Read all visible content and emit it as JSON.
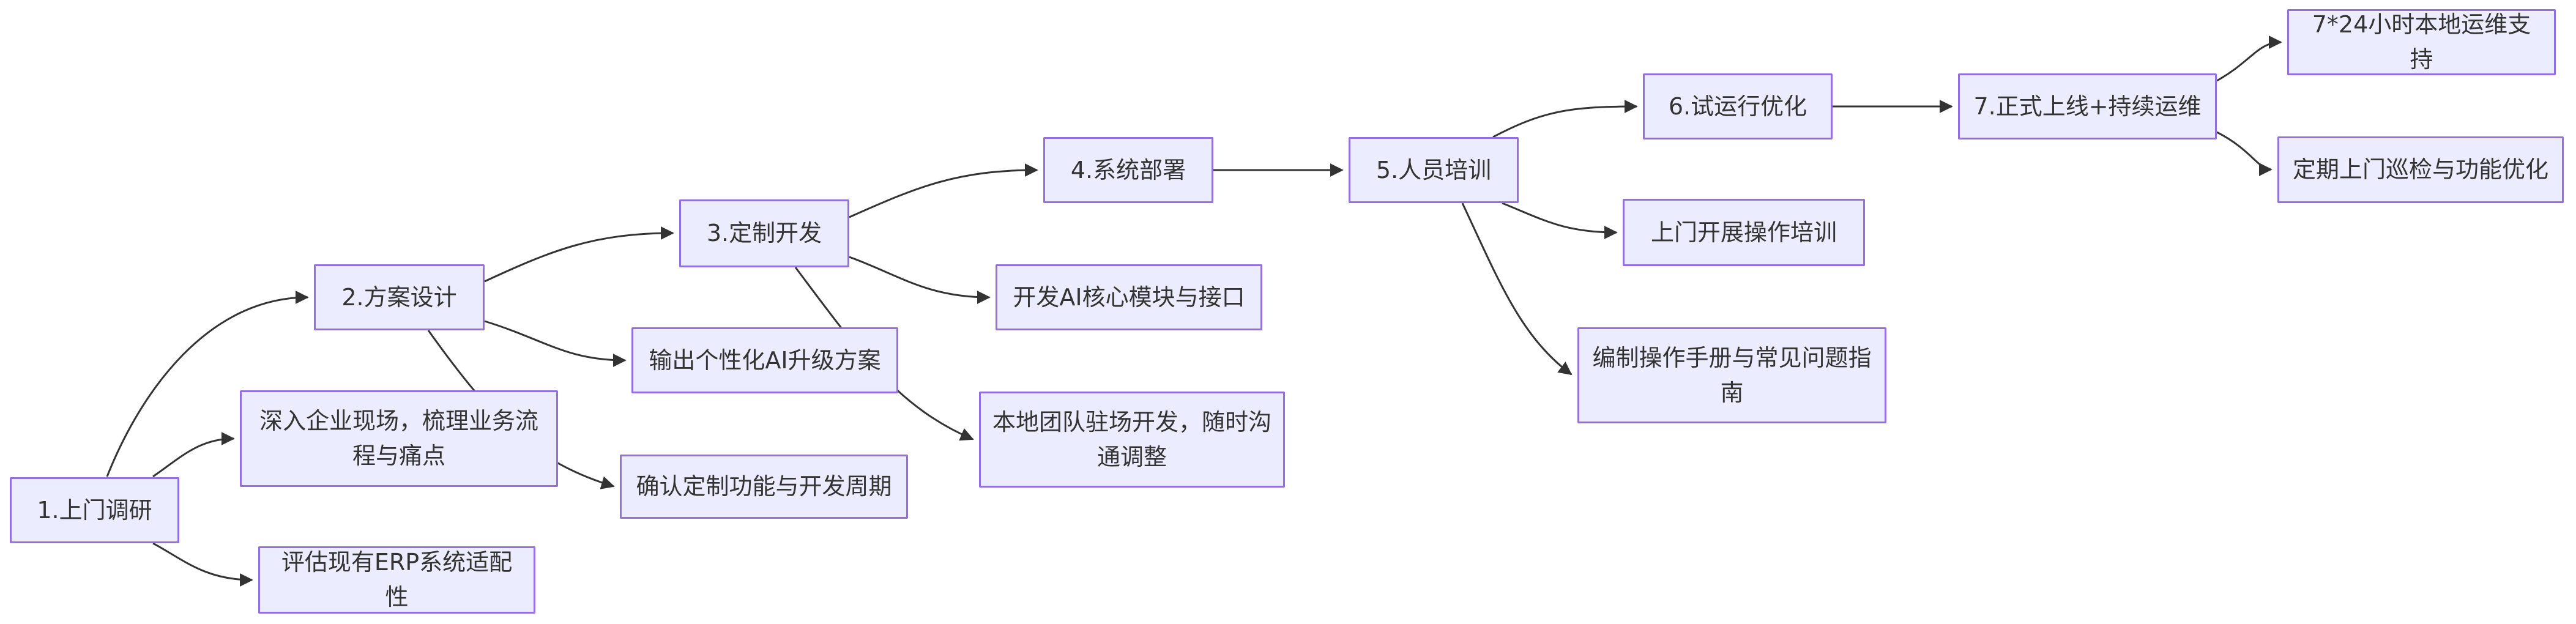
{
  "diagram": {
    "type": "flowchart",
    "direction": "left-to-right",
    "colors": {
      "background": "#ffffff",
      "node_fill": "#ECECFF",
      "node_border": "#9370DB",
      "node_text": "#333333",
      "edge_stroke": "#333333"
    }
  },
  "nodes": [
    {
      "id": "step1",
      "label": "1.上门调研"
    },
    {
      "id": "step1-detail1",
      "label": "深入企业现场，梳理业务流程与痛点"
    },
    {
      "id": "step1-detail2",
      "label": "评估现有ERP系统适配性"
    },
    {
      "id": "step2",
      "label": "2.方案设计"
    },
    {
      "id": "step2-detail1",
      "label": "输出个性化AI升级方案"
    },
    {
      "id": "step2-detail2",
      "label": "确认定制功能与开发周期"
    },
    {
      "id": "step3",
      "label": "3.定制开发"
    },
    {
      "id": "step3-detail1",
      "label": "开发AI核心模块与接口"
    },
    {
      "id": "step3-detail2",
      "label": "本地团队驻场开发，随时沟通调整"
    },
    {
      "id": "step4",
      "label": "4.系统部署"
    },
    {
      "id": "step5",
      "label": "5.人员培训"
    },
    {
      "id": "step5-detail1",
      "label": "上门开展操作培训"
    },
    {
      "id": "step5-detail2",
      "label": "编制操作手册与常见问题指南"
    },
    {
      "id": "step6",
      "label": "6.试运行优化"
    },
    {
      "id": "step7",
      "label": "7.正式上线+持续运维"
    },
    {
      "id": "step7-detail1",
      "label": "7*24小时本地运维支持"
    },
    {
      "id": "step7-detail2",
      "label": "定期上门巡检与功能优化"
    }
  ],
  "edges": [
    {
      "from": "step1",
      "to": "step2"
    },
    {
      "from": "step1",
      "to": "step1-detail1"
    },
    {
      "from": "step1",
      "to": "step1-detail2"
    },
    {
      "from": "step2",
      "to": "step3"
    },
    {
      "from": "step2",
      "to": "step2-detail1"
    },
    {
      "from": "step2",
      "to": "step2-detail2"
    },
    {
      "from": "step3",
      "to": "step4"
    },
    {
      "from": "step3",
      "to": "step3-detail1"
    },
    {
      "from": "step3",
      "to": "step3-detail2"
    },
    {
      "from": "step4",
      "to": "step5"
    },
    {
      "from": "step5",
      "to": "step6"
    },
    {
      "from": "step5",
      "to": "step5-detail1"
    },
    {
      "from": "step5",
      "to": "step5-detail2"
    },
    {
      "from": "step6",
      "to": "step7"
    },
    {
      "from": "step7",
      "to": "step7-detail1"
    },
    {
      "from": "step7",
      "to": "step7-detail2"
    }
  ]
}
